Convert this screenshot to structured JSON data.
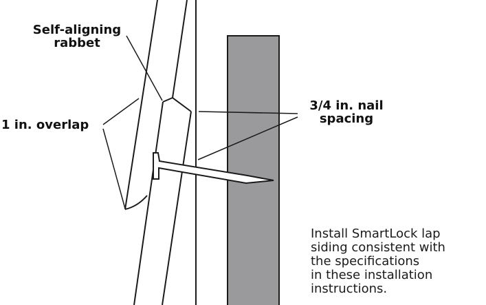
{
  "labels": {
    "rabbet": [
      "Self-aligning",
      "rabbet"
    ],
    "overlap": "1 in. overlap",
    "nail_spacing": [
      "3/4 in. nail",
      "spacing"
    ]
  },
  "note": [
    "Install SmartLock lap",
    "siding consistent with",
    "the specifications",
    "in these installation",
    "instructions."
  ],
  "colors": {
    "stud": "#9a9a9c",
    "stroke": "#1a1a1a",
    "background": "#ffffff"
  }
}
